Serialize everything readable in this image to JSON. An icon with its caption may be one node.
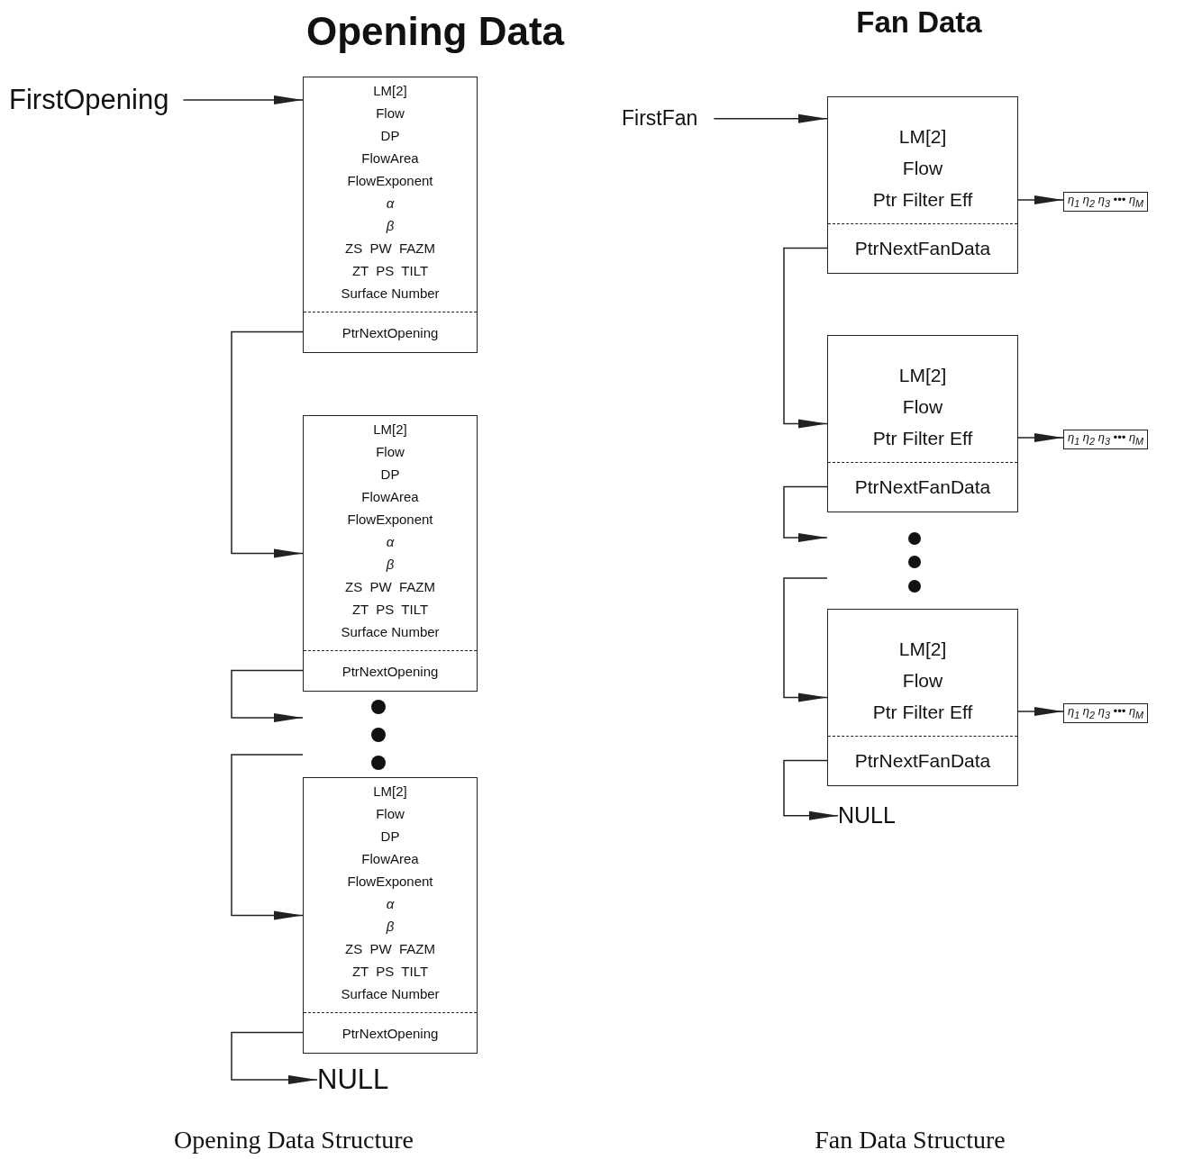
{
  "diagram": {
    "nodes": [
      {
        "text": [
          "FirstOpening"
        ]
      },
      {
        "text": [
          "LM[2]",
          "Flow",
          "DP",
          "FlowArea",
          "FlowExponent",
          "α",
          "β",
          "ZS  PW  FAZM",
          "ZT  PS  TILT",
          "Surface Number"
        ]
      },
      {
        "text": [
          "PtrNextOpening"
        ],
        "in": 1
      },
      {
        "text": [
          "LM[2]",
          "Flow",
          "DP",
          "FlowArea",
          "FlowExponent",
          "α",
          "β",
          "ZS  PW  FAZM",
          "ZT  PS  TILT",
          "Surface Number"
        ]
      },
      {
        "text": [
          "PtrNextOpening"
        ],
        "in": 3
      },
      {
        "text": [
          "LM[2]",
          "Flow",
          "DP",
          "FlowArea",
          "FlowExponent",
          "α",
          "β",
          "ZS  PW  FAZM",
          "ZT  PS  TILT",
          "Surface Number"
        ]
      },
      {
        "text": [
          "PtrNextOpening"
        ],
        "in": 5
      },
      {
        "text": [
          "NULL"
        ]
      },
      {
        "text": [
          "FirstFan"
        ]
      },
      {
        "text": [
          "LM[2]",
          "Flow",
          "Ptr Filter Eff"
        ]
      },
      {
        "text": [
          "PtrNextFanData"
        ],
        "in": 9
      },
      {
        "text": [
          "η$_{1}$ η$_{2}$ η$_{3}$ ••• η$_{M}$"
        ]
      },
      {
        "text": [
          "LM[2]",
          "Flow",
          "Ptr Filter Eff"
        ]
      },
      {
        "text": [
          "PtrNextFanData"
        ],
        "in": 12
      },
      {
        "text": [
          "η$_{1}$ η$_{2}$ η$_{3}$ ••• η$_{M}$"
        ]
      },
      {
        "text": [
          "LM[2]",
          "Flow",
          "Ptr Filter Eff"
        ]
      },
      {
        "text": [
          "PtrNextFanData"
        ],
        "in": 15
      },
      {
        "text": [
          "η$_{1}$ η$_{2}$ η$_{3}$ ••• η$_{M}$"
        ]
      },
      {
        "text": [
          "NULL"
        ]
      }
    ],
    "edges": [
      {
        "from": 0,
        "to": 1,
        "arrow": "to"
      },
      {
        "from": 2,
        "to": 3,
        "arrow": "to"
      },
      {
        "from": 4,
        "to": null,
        "arrow": "to"
      },
      {
        "from": null,
        "to": 5,
        "arrow": "to"
      },
      {
        "from": 6,
        "to": 7,
        "arrow": "to"
      },
      {
        "from": 8,
        "to": 9,
        "arrow": "to"
      },
      {
        "from": 9,
        "to": 11,
        "arrow": "to"
      },
      {
        "from": 10,
        "to": 12,
        "arrow": "to"
      },
      {
        "from": 12,
        "to": 14,
        "arrow": "to"
      },
      {
        "from": 13,
        "to": null,
        "arrow": "to"
      },
      {
        "from": null,
        "to": 15,
        "arrow": "to"
      },
      {
        "from": 15,
        "to": 17,
        "arrow": "to"
      },
      {
        "from": 16,
        "to": 18,
        "arrow": "to"
      }
    ],
    "labels": [
      "Opening Data",
      "Fan Data",
      "Opening Data Structure",
      "Fan Data Structure"
    ]
  }
}
